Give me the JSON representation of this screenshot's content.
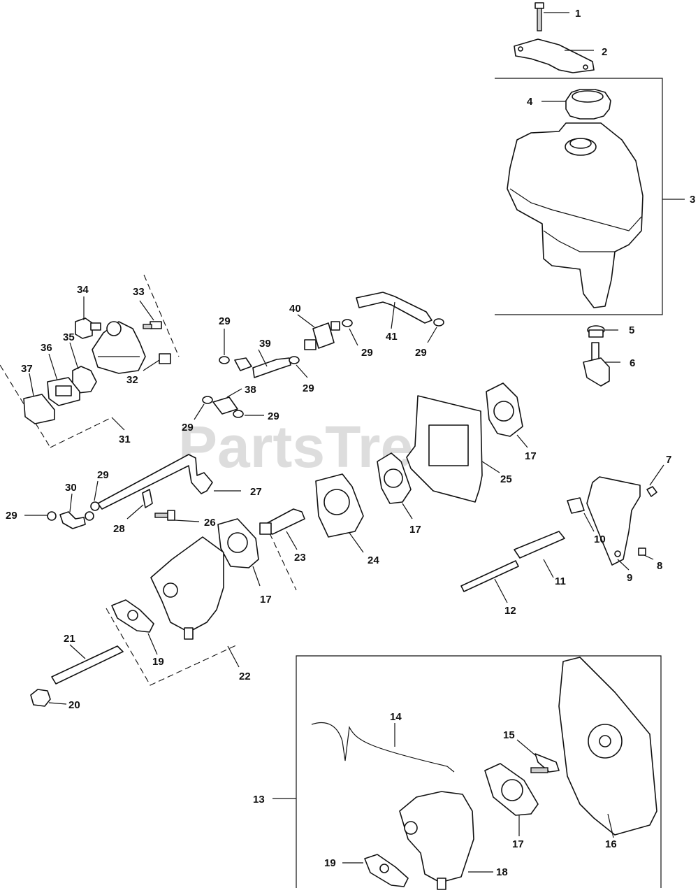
{
  "watermark": {
    "brand": "PartsTree"
  },
  "callouts": [
    {
      "id": "c1",
      "text": "1"
    },
    {
      "id": "c2",
      "text": "2"
    },
    {
      "id": "c3",
      "text": "3"
    },
    {
      "id": "c4",
      "text": "4"
    },
    {
      "id": "c5",
      "text": "5"
    },
    {
      "id": "c6",
      "text": "6"
    },
    {
      "id": "c7",
      "text": "7"
    },
    {
      "id": "c8",
      "text": "8"
    },
    {
      "id": "c9",
      "text": "9"
    },
    {
      "id": "c10",
      "text": "10"
    },
    {
      "id": "c11",
      "text": "11"
    },
    {
      "id": "c12",
      "text": "12"
    },
    {
      "id": "c13",
      "text": "13"
    },
    {
      "id": "c14",
      "text": "14"
    },
    {
      "id": "c15",
      "text": "15"
    },
    {
      "id": "c16",
      "text": "16"
    },
    {
      "id": "c17a",
      "text": "17"
    },
    {
      "id": "c17b",
      "text": "17"
    },
    {
      "id": "c17c",
      "text": "17"
    },
    {
      "id": "c17d",
      "text": "17"
    },
    {
      "id": "c18",
      "text": "18"
    },
    {
      "id": "c19a",
      "text": "19"
    },
    {
      "id": "c19b",
      "text": "19"
    },
    {
      "id": "c20",
      "text": "20"
    },
    {
      "id": "c21",
      "text": "21"
    },
    {
      "id": "c22",
      "text": "22"
    },
    {
      "id": "c23",
      "text": "23"
    },
    {
      "id": "c24",
      "text": "24"
    },
    {
      "id": "c25",
      "text": "25"
    },
    {
      "id": "c26",
      "text": "26"
    },
    {
      "id": "c27",
      "text": "27"
    },
    {
      "id": "c28",
      "text": "28"
    },
    {
      "id": "c29a",
      "text": "29"
    },
    {
      "id": "c29b",
      "text": "29"
    },
    {
      "id": "c29c",
      "text": "29"
    },
    {
      "id": "c29d",
      "text": "29"
    },
    {
      "id": "c29e",
      "text": "29"
    },
    {
      "id": "c29f",
      "text": "29"
    },
    {
      "id": "c29g",
      "text": "29"
    },
    {
      "id": "c29h",
      "text": "29"
    },
    {
      "id": "c30",
      "text": "30"
    },
    {
      "id": "c31",
      "text": "31"
    },
    {
      "id": "c32",
      "text": "32"
    },
    {
      "id": "c33",
      "text": "33"
    },
    {
      "id": "c34",
      "text": "34"
    },
    {
      "id": "c35",
      "text": "35"
    },
    {
      "id": "c36",
      "text": "36"
    },
    {
      "id": "c37",
      "text": "37"
    },
    {
      "id": "c38",
      "text": "38"
    },
    {
      "id": "c39",
      "text": "39"
    },
    {
      "id": "c40",
      "text": "40"
    },
    {
      "id": "c41",
      "text": "41"
    }
  ]
}
